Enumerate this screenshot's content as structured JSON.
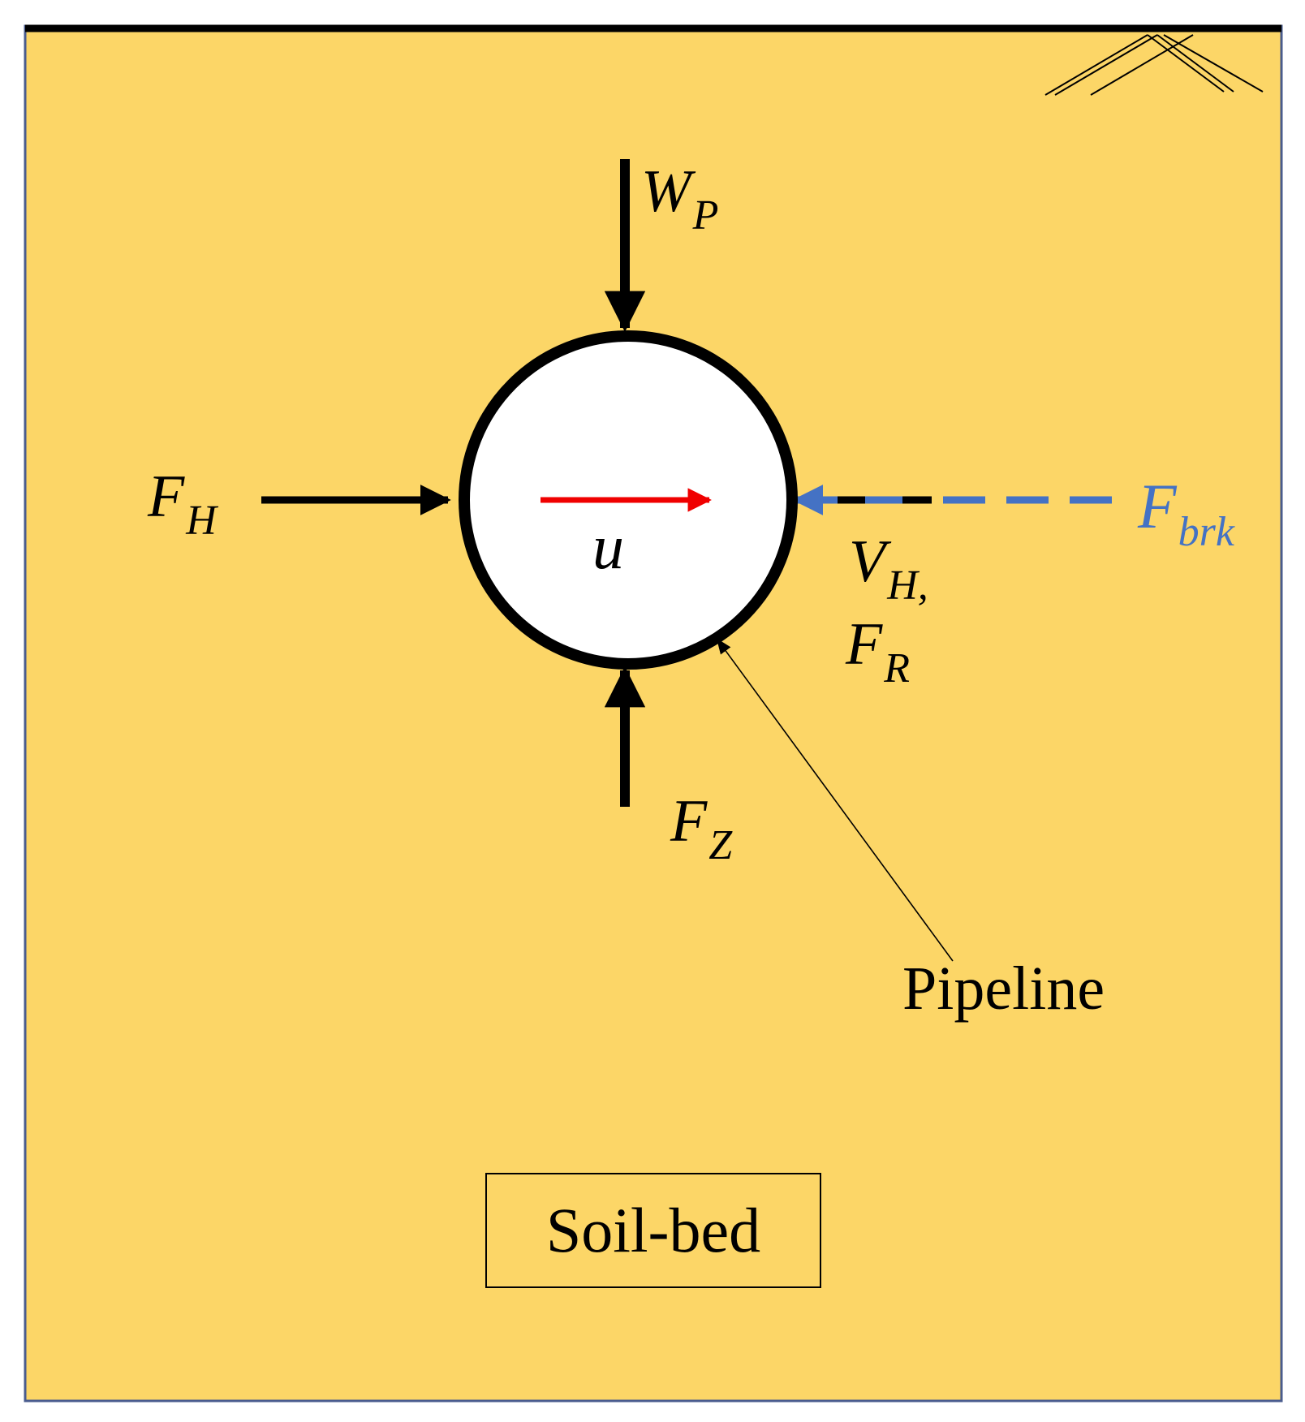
{
  "colors": {
    "soil": "#FCD667",
    "frame": "#4A5C8E",
    "ground_line": "#000000",
    "pipe_fill": "#FFFFFF",
    "pipe_stroke": "#000000",
    "displacement_arrow": "#F00000",
    "breaking_force": "#4472C4"
  },
  "labels": {
    "weight": {
      "main": "W",
      "sub": "P"
    },
    "horizontal_force": {
      "main": "F",
      "sub": "H"
    },
    "breaking_force": {
      "main": "F",
      "sub": "brk"
    },
    "shear_force": {
      "main": "V",
      "sub": "H",
      "suffix": ","
    },
    "resistance_force": {
      "main": "F",
      "sub": "R"
    },
    "vertical_force": {
      "main": "F",
      "sub": "Z"
    },
    "displacement": "u",
    "pipeline": "Pipeline",
    "soil_bed": "Soil-bed"
  }
}
